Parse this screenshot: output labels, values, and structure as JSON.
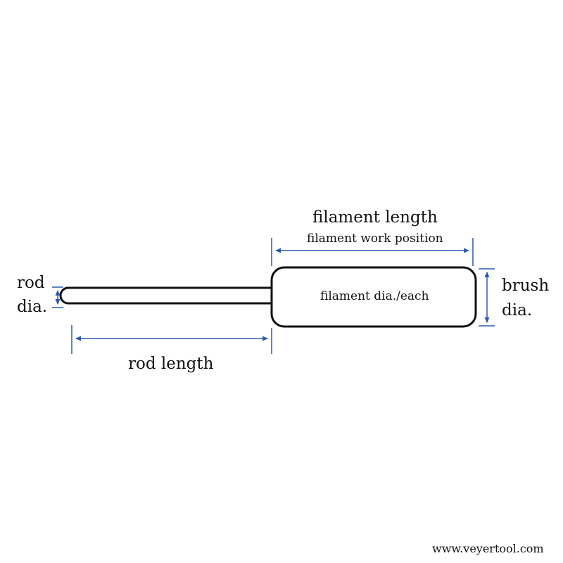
{
  "labels": {
    "filament_length": "filament length",
    "filament_work_position": "filament work position",
    "filament_dia": "filament dia./each",
    "rod_dia_line1": "rod",
    "rod_dia_line2": "dia.",
    "brush_dia_line1": "brush",
    "brush_dia_line2": "dia.",
    "rod_length": "rod length",
    "website": "www.veyertool.com"
  },
  "colors": {
    "outline": "#111111",
    "dimension": "#2a5bab",
    "background": "#ffffff"
  }
}
